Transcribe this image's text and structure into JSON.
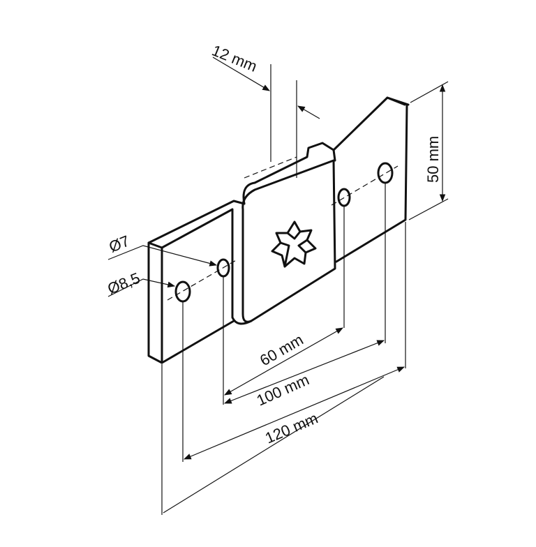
{
  "labels": {
    "offset": "12 mm",
    "height": "50 mm",
    "hole_small": "Ø7",
    "hole_large": "Ø8,5",
    "spacing_inner": "60 mm",
    "spacing_mid": "100 mm",
    "length_total": "120 mm"
  }
}
